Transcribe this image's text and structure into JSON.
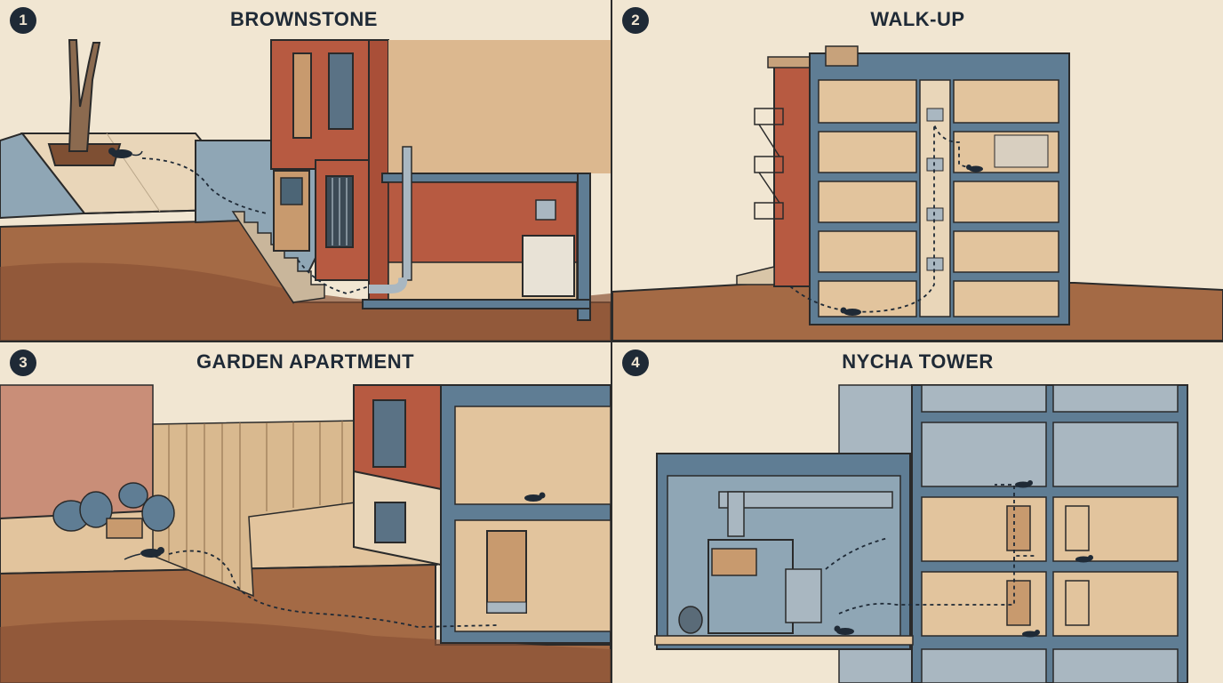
{
  "panels": [
    {
      "number": "1",
      "title": "BROWNSTONE"
    },
    {
      "number": "2",
      "title": "WALK-UP"
    },
    {
      "number": "3",
      "title": "GARDEN APARTMENT"
    },
    {
      "number": "4",
      "title": "NYCHA TOWER"
    }
  ],
  "colors": {
    "background": "#f1e6d2",
    "ink": "#1f2a36",
    "brick": "#b75a41",
    "soil": "#a46a45",
    "steel": "#5f7d94",
    "interior": "#e2c49d"
  },
  "icons": [
    "rat-icon",
    "tree-icon",
    "trash-bag-icon",
    "trash-compactor-icon",
    "pipe-icon"
  ]
}
